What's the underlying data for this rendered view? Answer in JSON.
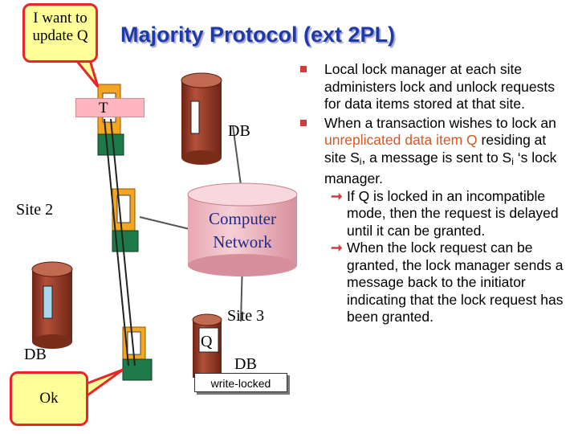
{
  "title": "Majority Protocol (ext 2PL)",
  "callouts": {
    "request": "I want to update Q",
    "reply": "Ok"
  },
  "sites": {
    "site1_db_label": "DB",
    "site2_label": "Site 2",
    "site2_db_label": "DB",
    "site3_label": "Site 3",
    "site3_db_label": "DB"
  },
  "transaction_label": "T",
  "item_label": "Q",
  "lock_state": "write-locked",
  "network_label": "Computer Network",
  "bullets": [
    {
      "text": "Local lock manager at each site administers lock and unlock requests for data items stored at that site."
    },
    {
      "text_before": "When a transaction wishes to lock an ",
      "highlight": "unreplicated data item Q",
      "text_middle": " residing at site S",
      "sub1": "i",
      "text_after": ", a message is sent to S",
      "sub2": "i",
      "text_end": " ‘s lock manager.",
      "sub_items": [
        "If Q is locked in an incompatible mode, then the request is delayed until it can be granted.",
        "When the lock request can be granted, the lock manager sends a message back to the initiator indicating that the lock request has been granted."
      ]
    }
  ],
  "colors": {
    "title": "#1e3aa8",
    "bullet_marker": "#d63a3a",
    "highlight": "#d6571f",
    "db_cylinder": "#a0402a",
    "terminal": "#f4a623",
    "terminal_base": "#1f7a4a",
    "callout_fill": "#ffff99",
    "callout_border": "#e8262a"
  }
}
